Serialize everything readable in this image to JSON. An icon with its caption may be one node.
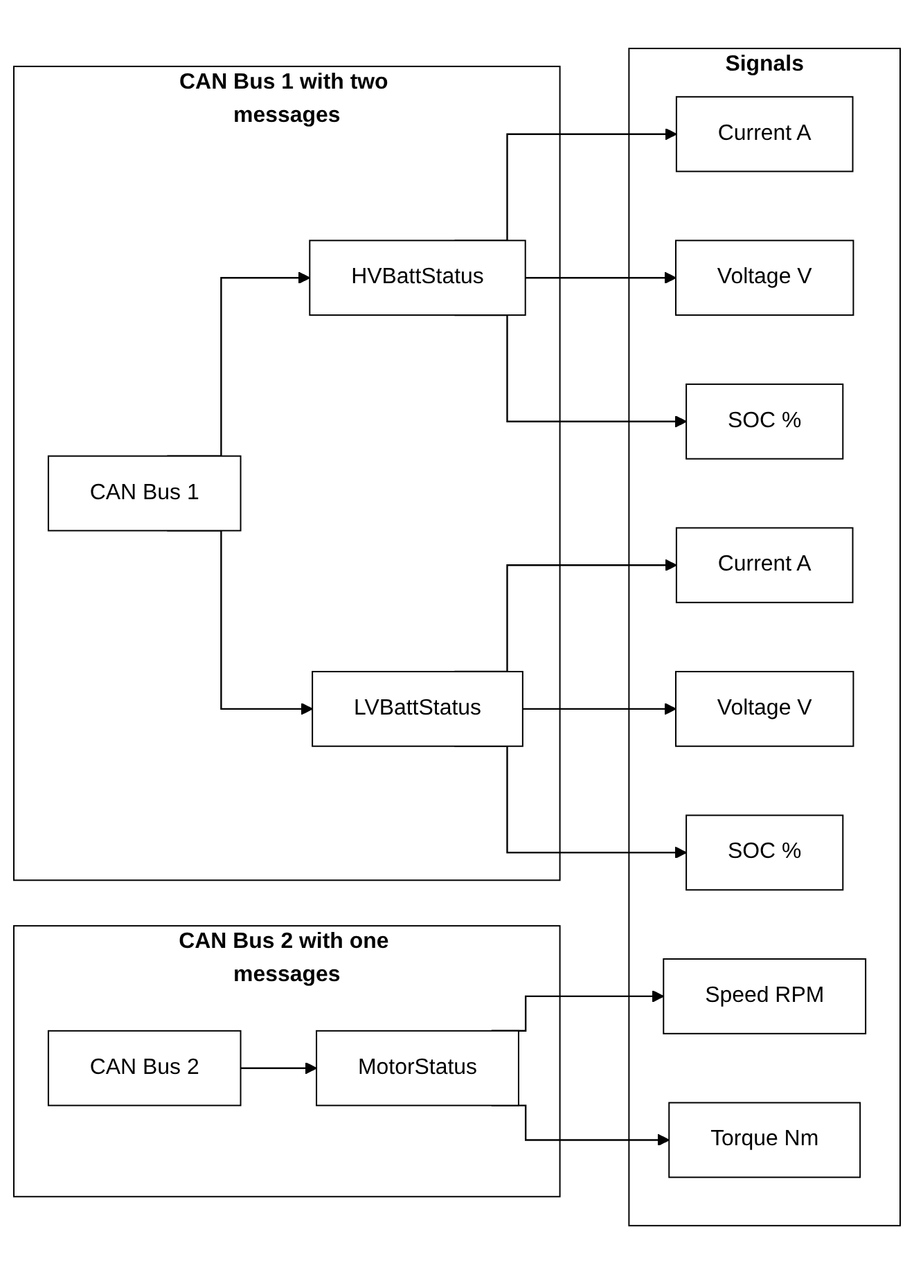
{
  "diagram": {
    "nodes": [
      {
        "text": [
          "CAN Bus 1 with two messages"
        ]
      },
      {
        "text": [
          "CAN Bus 1"
        ],
        "in": 0
      },
      {
        "text": [
          "HVBattStatus"
        ],
        "in": 0
      },
      {
        "text": [
          "LVBattStatus"
        ],
        "in": 0
      },
      {
        "text": [
          "Signals"
        ]
      },
      {
        "text": [
          "Current A"
        ],
        "in": 4
      },
      {
        "text": [
          "Voltage V"
        ],
        "in": 4
      },
      {
        "text": [
          "SOC %"
        ],
        "in": 4
      },
      {
        "text": [
          "Current A"
        ],
        "in": 4
      },
      {
        "text": [
          "Voltage V"
        ],
        "in": 4
      },
      {
        "text": [
          "SOC %"
        ],
        "in": 4
      },
      {
        "text": [
          "Speed RPM"
        ],
        "in": 4
      },
      {
        "text": [
          "Torque Nm"
        ],
        "in": 4
      },
      {
        "text": [
          "CAN Bus 2 with one messages"
        ]
      },
      {
        "text": [
          "CAN Bus 2"
        ],
        "in": 13
      },
      {
        "text": [
          "MotorStatus"
        ],
        "in": 13
      }
    ],
    "edges": [
      {
        "from": 1,
        "to": 2,
        "arrow": "to"
      },
      {
        "from": 1,
        "to": 3,
        "arrow": "to"
      },
      {
        "from": 2,
        "to": 5,
        "arrow": "to"
      },
      {
        "from": 2,
        "to": 6,
        "arrow": "to"
      },
      {
        "from": 2,
        "to": 7,
        "arrow": "to"
      },
      {
        "from": 3,
        "to": 8,
        "arrow": "to"
      },
      {
        "from": 3,
        "to": 9,
        "arrow": "to"
      },
      {
        "from": 3,
        "to": 10,
        "arrow": "to"
      },
      {
        "from": 14,
        "to": 15,
        "arrow": "to"
      },
      {
        "from": 15,
        "to": 11,
        "arrow": "to"
      },
      {
        "from": 15,
        "to": 12,
        "arrow": "to"
      }
    ]
  }
}
